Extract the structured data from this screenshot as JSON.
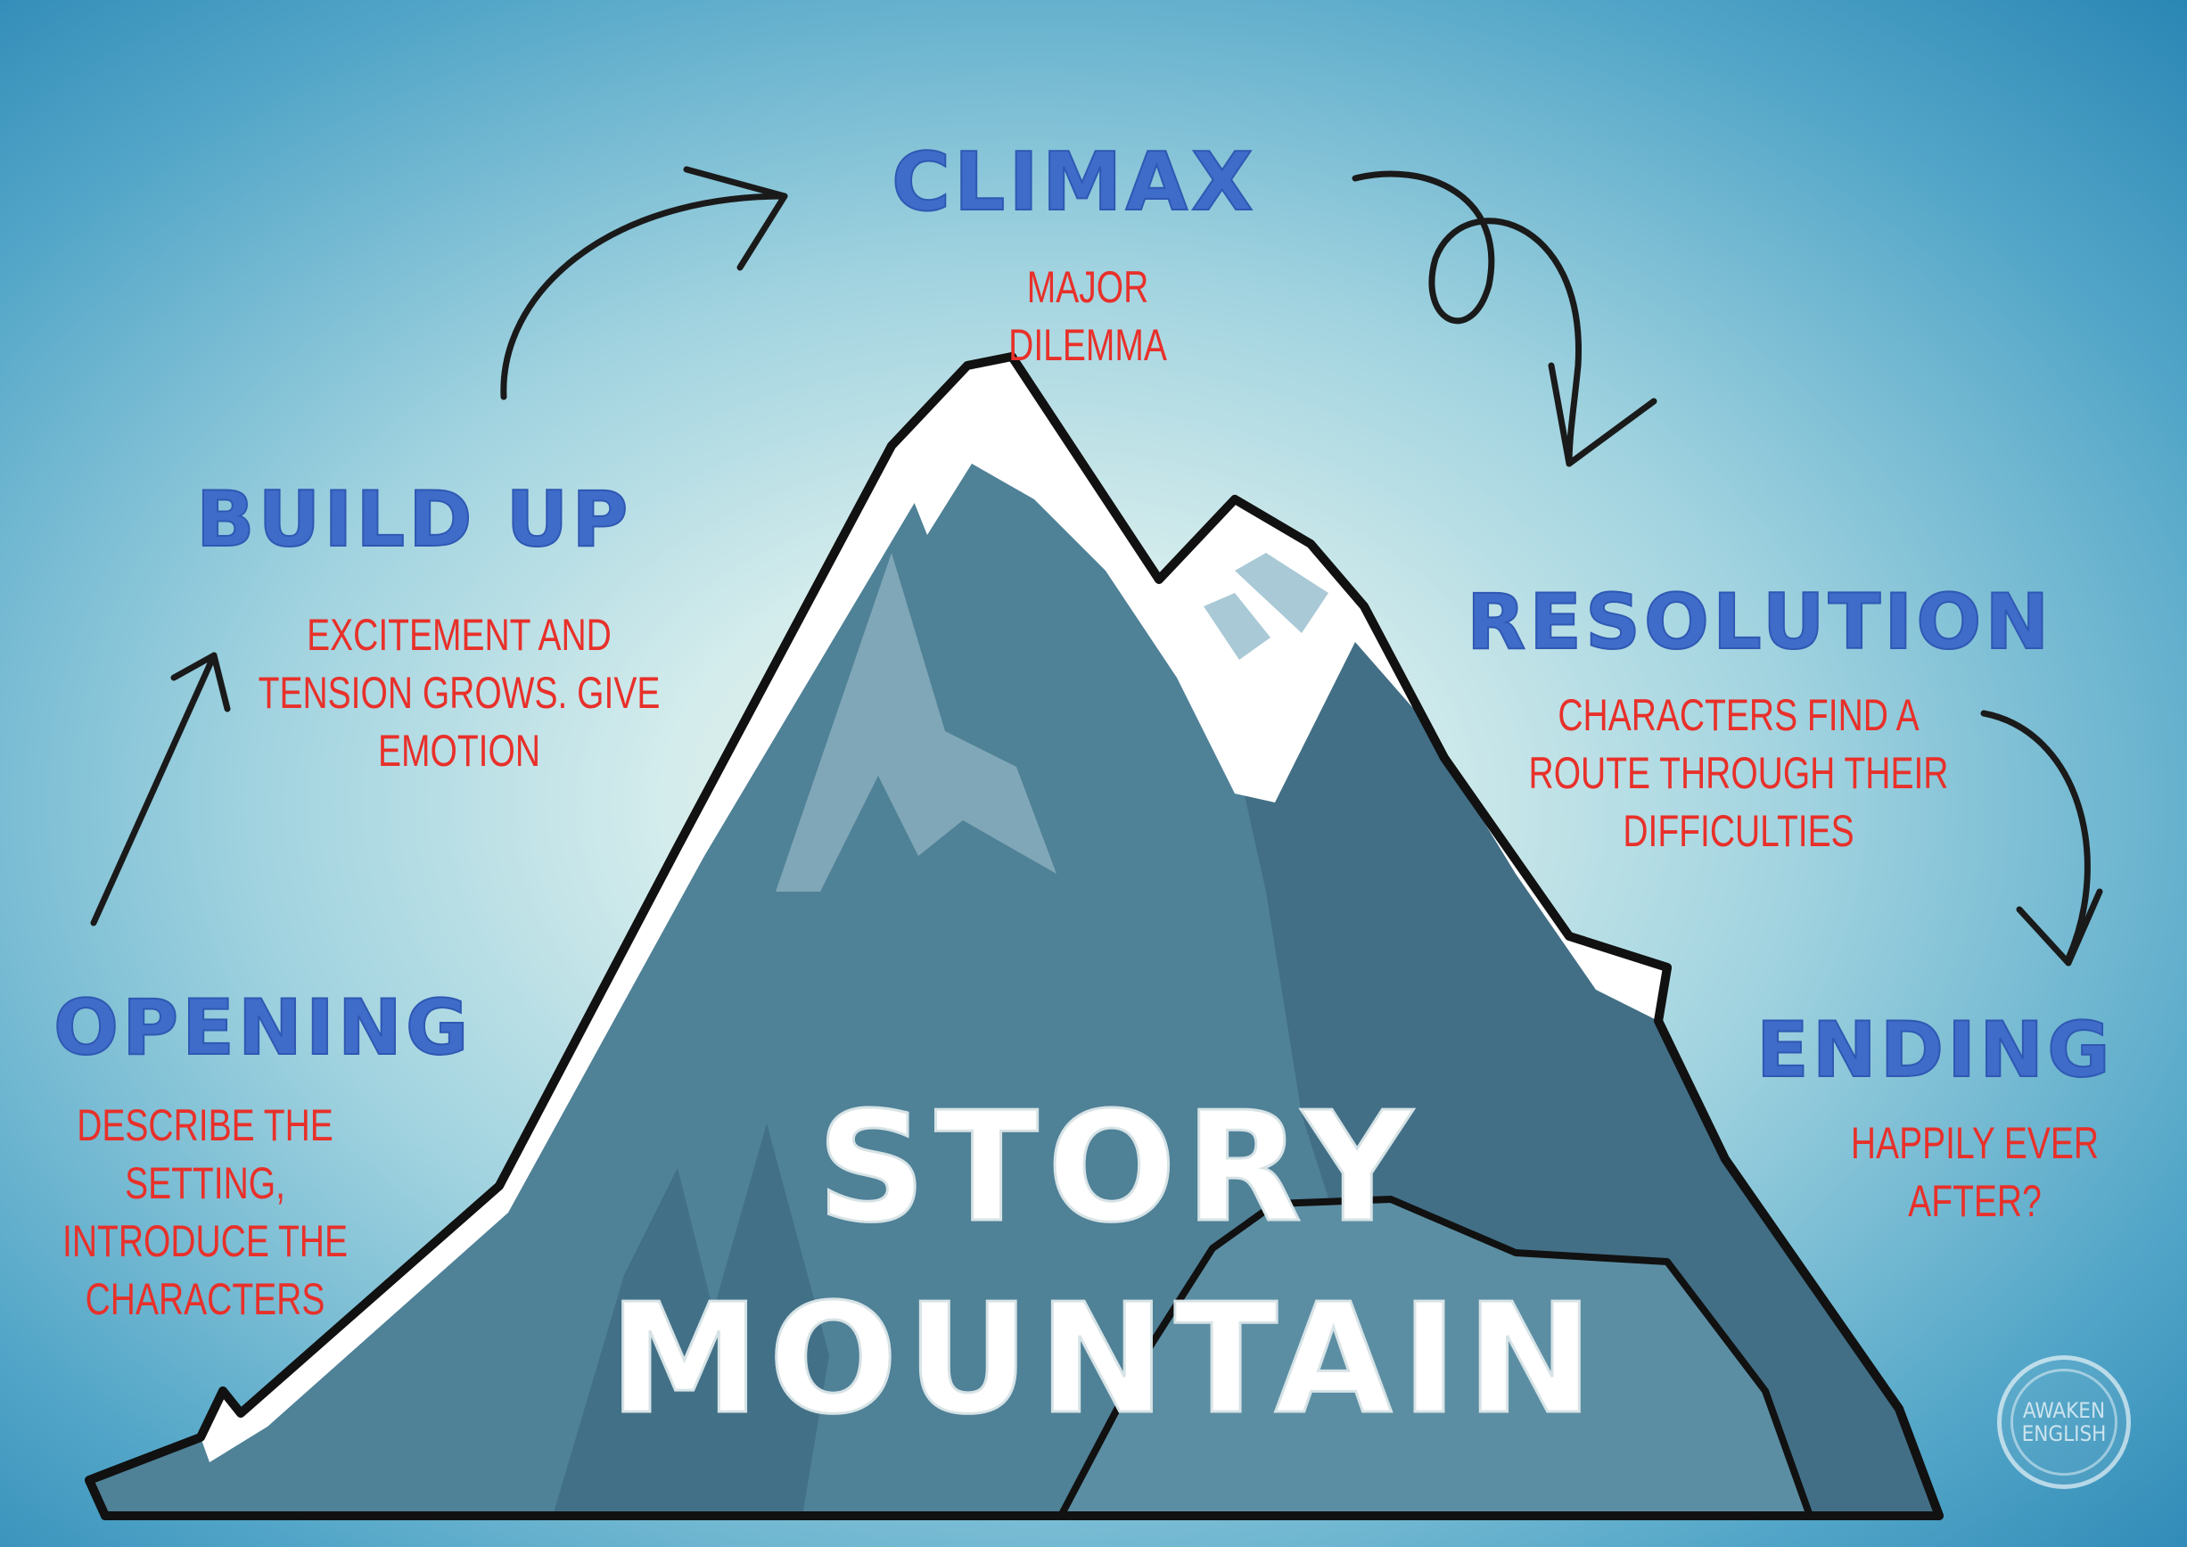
{
  "title": {
    "line1": "STORY",
    "line2": "MOUNTAIN"
  },
  "stages": {
    "opening": {
      "title": "OPENING",
      "description": [
        "DESCRIBE THE SETTING,",
        "INTRODUCE THE",
        "CHARACTERS"
      ]
    },
    "build_up": {
      "title": "BUILD UP",
      "description": [
        "EXCITEMENT AND",
        "TENSION GROWS. GIVE",
        "EMOTION"
      ]
    },
    "climax": {
      "title": "CLIMAX",
      "description": [
        "MAJOR DILEMMA"
      ]
    },
    "resolution": {
      "title": "RESOLUTION",
      "description": [
        "CHARACTERS FIND A",
        "ROUTE THROUGH THEIR",
        "DIFFICULTIES"
      ]
    },
    "ending": {
      "title": "ENDING",
      "description": [
        "HAPPILY EVER",
        "AFTER?"
      ]
    }
  },
  "logo": {
    "line1": "AWAKEN",
    "line2": "ENGLISH"
  },
  "colors": {
    "stage_title": "#3f6cc9",
    "description": "#e8302a",
    "mountain": "#4f8197",
    "snow": "#ffffff",
    "arrow": "#1a1a1a"
  }
}
